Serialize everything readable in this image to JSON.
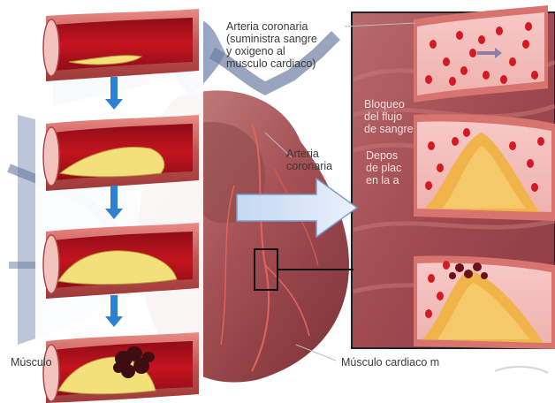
{
  "labels": {
    "coronary_artery_supply": [
      "Arteria coronaria",
      "(suministra sangre",
      "y oxigeno al",
      "musculo cardiaco)"
    ],
    "coronary_artery": [
      "Arteria",
      "coronaria"
    ],
    "blockage": [
      "Bloqueo",
      "del flujo",
      "de sangre"
    ],
    "plaque_deposit": [
      "Depos",
      "de plac",
      "en la a"
    ],
    "heart_muscle_left": "Músculo",
    "heart_muscle_right": "Músculo cardiaco m"
  },
  "colors": {
    "vessel_wall": "#c0504d",
    "lumen": "#b0101a",
    "plaque": "#f2d06b",
    "clot": "#4a0f14",
    "arrow_blue": "#2f7fd6",
    "big_arrow": "#d7e6f8",
    "muscle": "#a5454b"
  },
  "icons": [
    "down-arrow-icon",
    "right-arrow-icon"
  ]
}
